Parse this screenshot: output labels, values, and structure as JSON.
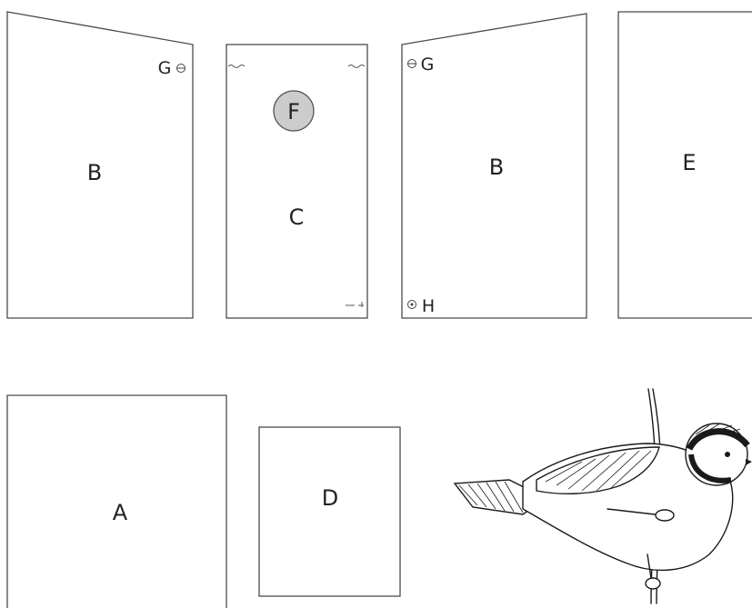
{
  "panels": {
    "B_left": {
      "label": "B",
      "hole_label": "G"
    },
    "C_front": {
      "label": "C",
      "entrance_label": "F"
    },
    "B_right": {
      "label": "B",
      "top_hole_label": "G",
      "bottom_hole_label": "H"
    },
    "E_back": {
      "label": "E"
    },
    "A_base": {
      "label": "A"
    },
    "D_roof": {
      "label": "D"
    }
  },
  "illustration": {
    "icon": "blue-tit-bird-icon"
  },
  "colors": {
    "outline": "#4a4a4a",
    "entrance_fill": "#cccccc",
    "background": "#ffffff"
  }
}
